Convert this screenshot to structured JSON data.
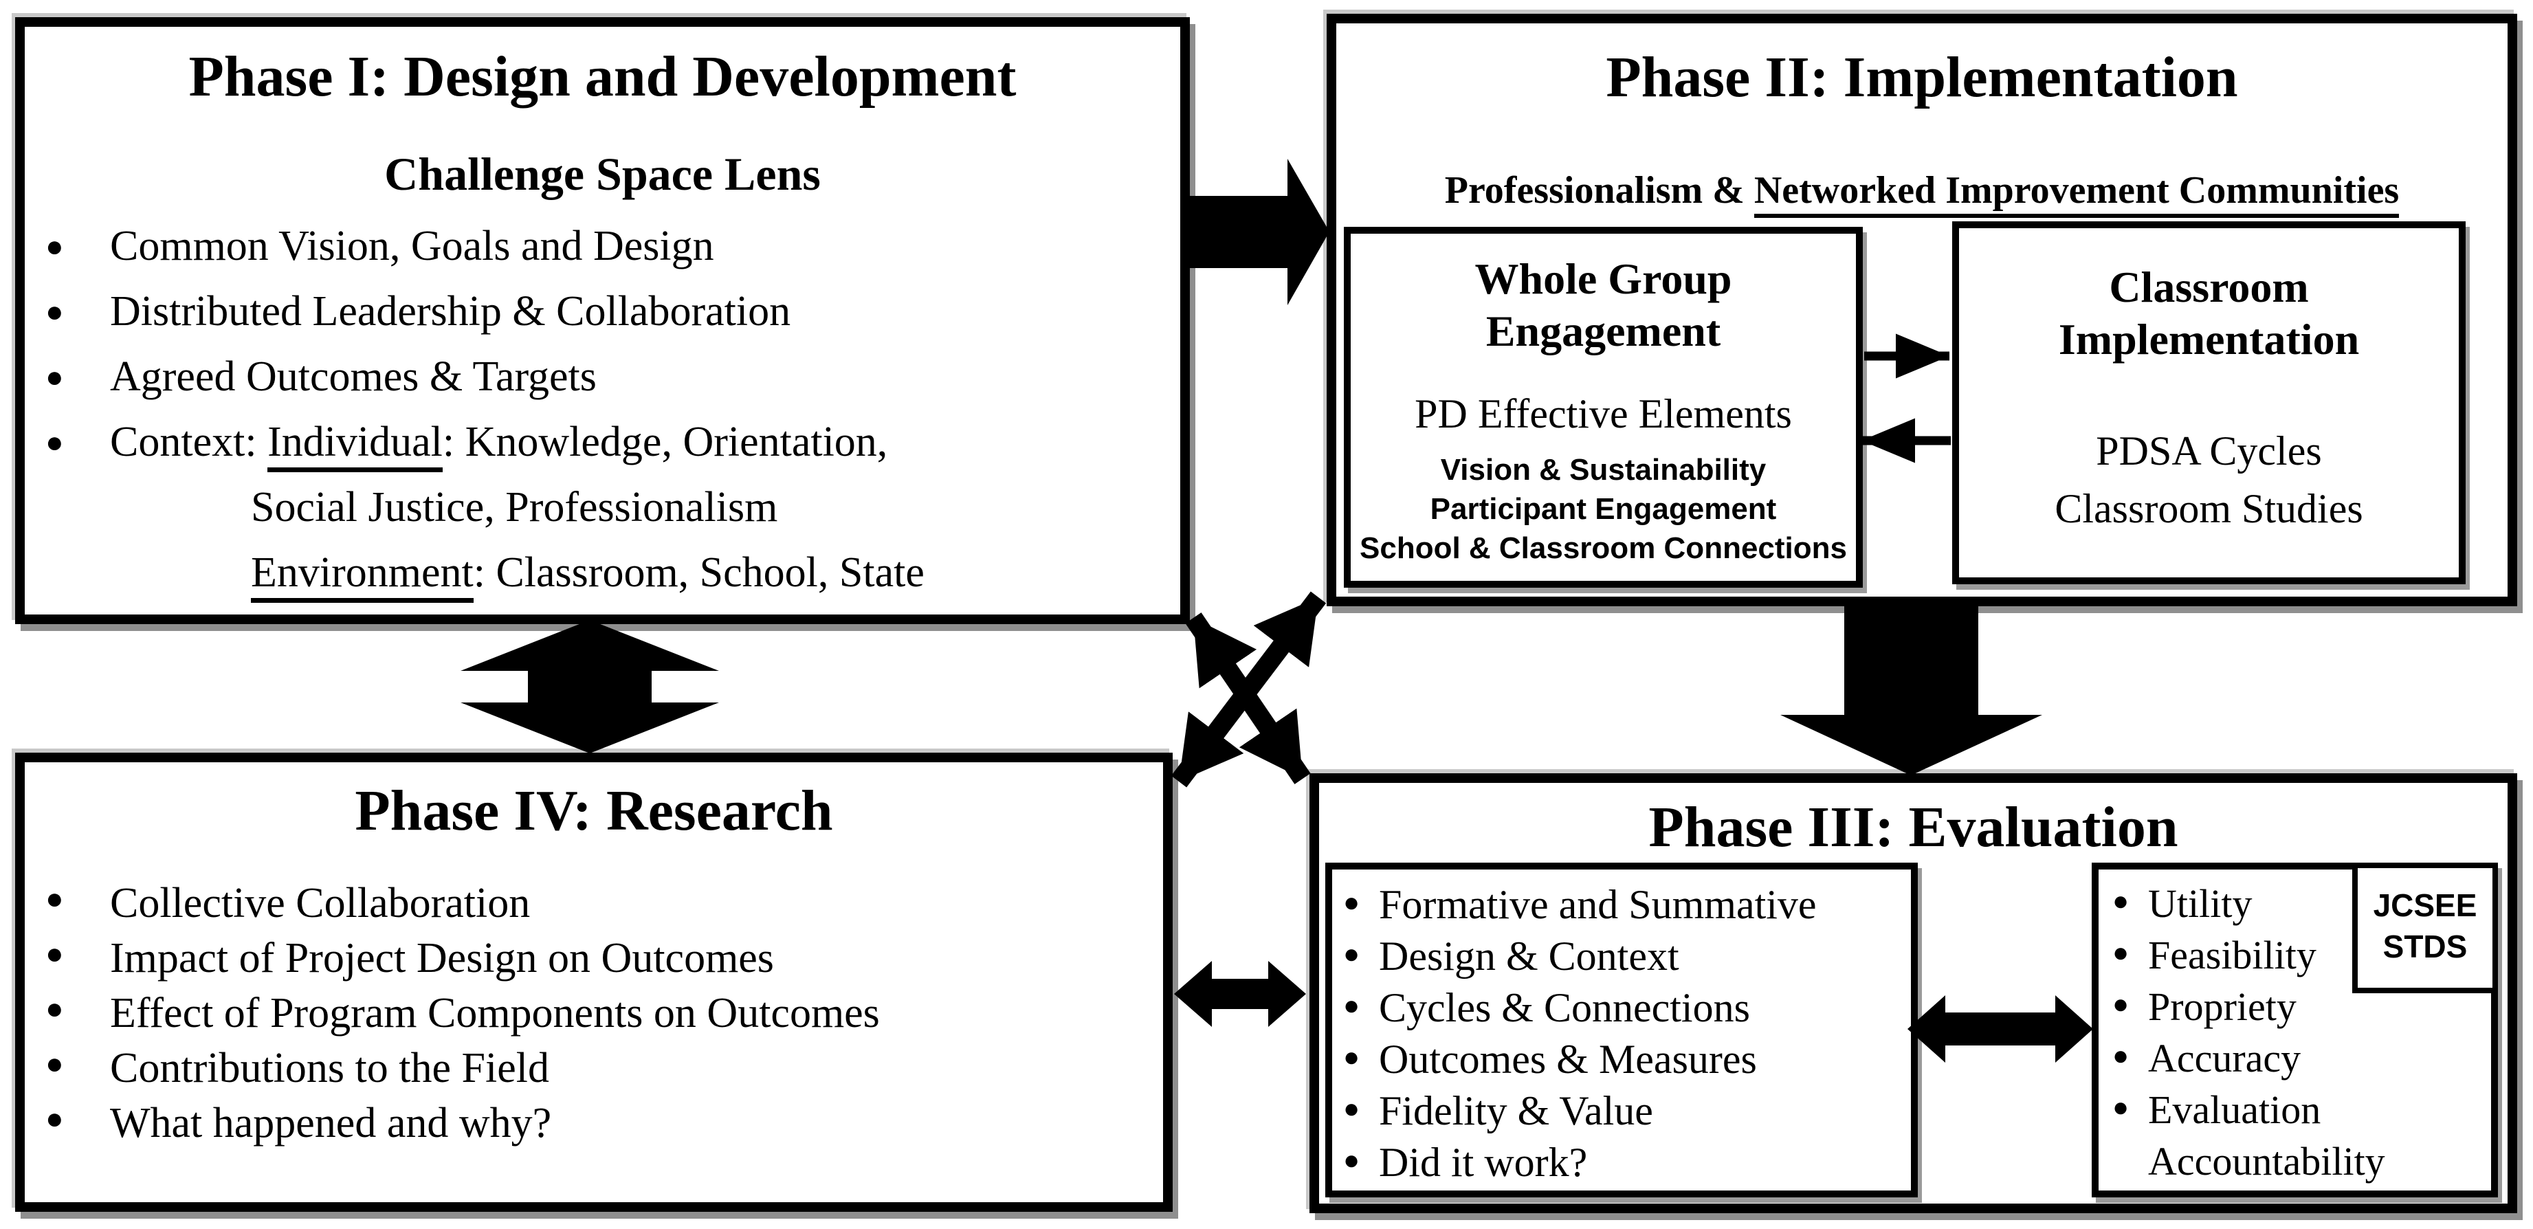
{
  "colors": {
    "ink": "#000000",
    "paper": "#ffffff",
    "shadow": "#8f8f8f"
  },
  "phase1": {
    "title": "Phase I: Design and Development",
    "subtitle": "Challenge Space Lens",
    "bullets": [
      "Common Vision, Goals and Design",
      "Distributed Leadership & Collaboration",
      "Agreed Outcomes & Targets"
    ],
    "context": {
      "prefix": "Context: ",
      "underlined1": "Individual",
      "rest1": ": Knowledge, Orientation,",
      "line2": "Social Justice, Professionalism",
      "underlined2": "Environment",
      "rest2": ": Classroom, School, State"
    }
  },
  "phase2": {
    "title": "Phase II: Implementation",
    "subtitle_prefix": "Professionalism & ",
    "subtitle_underlined": "Networked Improvement Communities",
    "whole_group": {
      "title_line1": "Whole Group",
      "title_line2": "Engagement",
      "subtitle": "PD Effective Elements",
      "items": [
        "Vision & Sustainability",
        "Participant Engagement",
        "School & Classroom Connections"
      ]
    },
    "classroom": {
      "title_line1": "Classroom",
      "title_line2": "Implementation",
      "items": [
        "PDSA Cycles",
        "Classroom Studies"
      ]
    }
  },
  "phase3": {
    "title": "Phase III: Evaluation",
    "left_bullets": [
      "Formative and Summative",
      "Design & Context",
      "Cycles & Connections",
      "Outcomes & Measures",
      "Fidelity & Value",
      "Did it work?"
    ],
    "right_bullets": [
      "Utility",
      "Feasibility",
      "Propriety",
      "Accuracy",
      "Evaluation"
    ],
    "right_continuation": "Accountability",
    "jcsee_line1": "JCSEE",
    "jcsee_line2": "STDS"
  },
  "phase4": {
    "title": "Phase IV: Research",
    "bullets": [
      "Collective Collaboration",
      "Impact of Project Design on Outcomes",
      "Effect of Program Components on Outcomes",
      "Contributions to the Field",
      "What happened and why?"
    ]
  },
  "arrows": {
    "phase1_to_phase2": "right-block-arrow",
    "phase1_phase4": "vertical-double-block-arrow",
    "phase2_to_phase3": "down-block-arrow",
    "phase4_phase3": "horizontal-double-arrow",
    "center_cross": "crossed-diagonal-double-arrows",
    "whole_group_to_classroom": "small-right-arrow",
    "classroom_to_whole_group": "small-left-arrow",
    "evaluation_lists": "horizontal-double-arrow"
  }
}
